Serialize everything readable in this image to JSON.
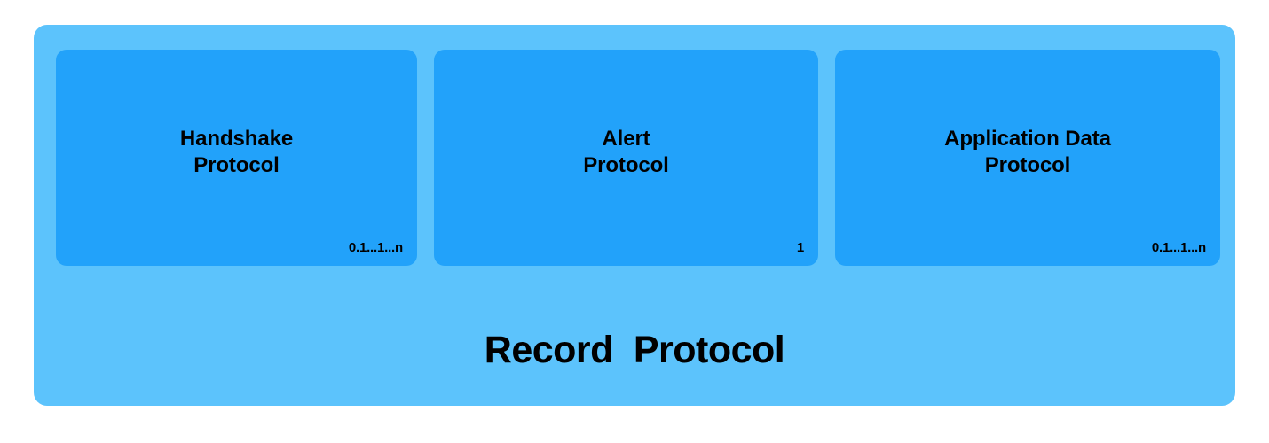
{
  "diagram": {
    "title": "Record Protocol",
    "colors": {
      "background": "#ffffff",
      "outer_layer": "#5cc3fc",
      "inner_box": "#22a2fa",
      "text": "#000000"
    },
    "record_layer": {
      "label": "Record  Protocol"
    },
    "protocols": [
      {
        "name": "handshake-protocol",
        "label": "Handshake\nProtocol",
        "count": "0.1...1...n"
      },
      {
        "name": "alert-protocol",
        "label": "Alert\nProtocol",
        "count": "1"
      },
      {
        "name": "application-data-protocol",
        "label": "Application Data\nProtocol",
        "count": "0.1...1...n"
      }
    ]
  }
}
